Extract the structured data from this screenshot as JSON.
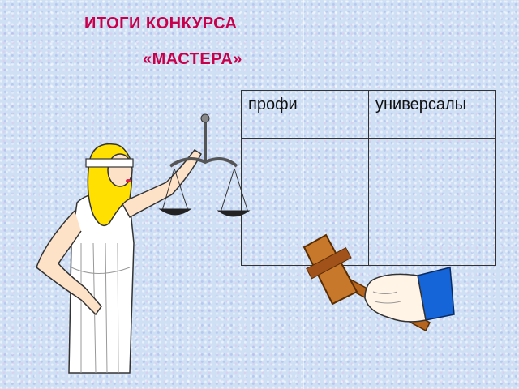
{
  "slide": {
    "title_line1": "ИТОГИ КОНКУРСА",
    "title_line2": "«МАСТЕРА»"
  },
  "results_table": {
    "headers": [
      "профи",
      "универсалы"
    ],
    "cells": [
      "",
      ""
    ]
  },
  "images": {
    "justice": "lady-justice-with-scales",
    "gavel": "hand-holding-gavel"
  }
}
